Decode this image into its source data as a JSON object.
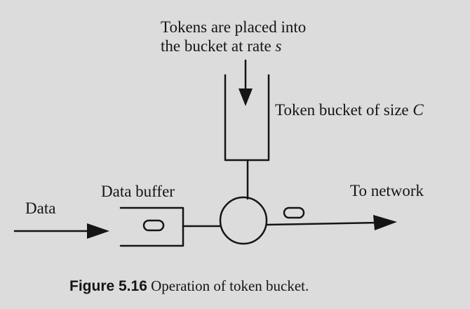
{
  "tokens_label": {
    "line1": "Tokens are placed into",
    "line2_prefix": "the bucket at rate ",
    "line2_var": "s"
  },
  "bucket_label": {
    "prefix": "Token bucket of size ",
    "var": "C"
  },
  "buffer_label": "Data buffer",
  "network_label": "To network",
  "data_label": "Data",
  "caption": {
    "figure": "Figure 5.16",
    "text": " Operation of token bucket."
  },
  "colors": {
    "ink": "#151515",
    "paper": "#dcdcdc"
  }
}
